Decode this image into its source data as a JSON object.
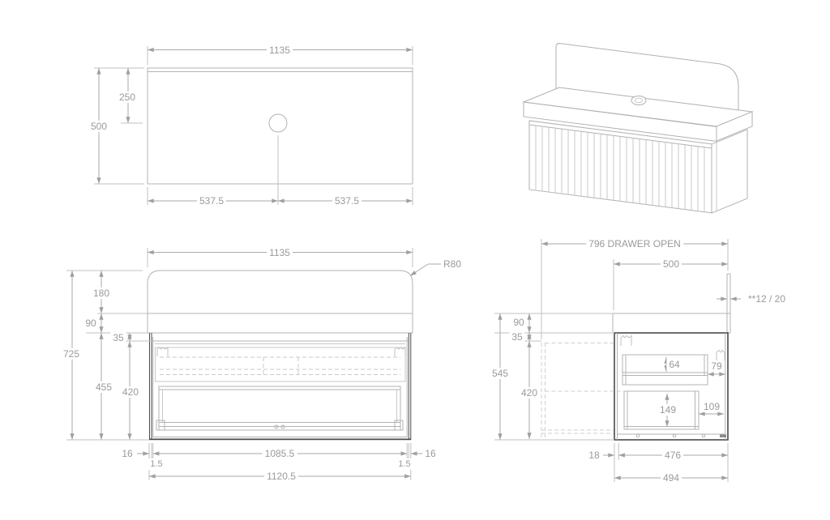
{
  "sheet": {
    "product": "wall-hung vanity technical drawing",
    "line_color": "#b3b3b3",
    "dark_line_color": "#3d3d3d",
    "text_color": "#9a9a9a"
  },
  "plan": {
    "width": "1135",
    "depth": "500",
    "hole_from_back": "250",
    "hole_left": "537.5",
    "hole_right": "537.5"
  },
  "front": {
    "width": "1135",
    "corner_radius": "R80",
    "splash_height": "180",
    "bench_height": "90",
    "total_height": "725",
    "reveal": "35",
    "cabinet_height": "455",
    "opening_height": "420",
    "left_overhang": "16",
    "left_gap": "1.5",
    "opening_width": "1085.5",
    "right_gap": "1.5",
    "right_overhang": "16",
    "cabinet_width": "1120.5"
  },
  "side": {
    "drawer_open": "796 DRAWER OPEN",
    "depth": "500",
    "splash_thickness": "**12 / 20",
    "bench_height": "90",
    "reveal": "35",
    "cabinet_height": "545",
    "opening_height": "420",
    "top_drawer_clear": "64",
    "top_drawer_back": "79",
    "bottom_drawer_clear": "149",
    "bottom_drawer_back": "109",
    "wall_gap": "18",
    "internal_depth": "476",
    "cabinet_depth": "494"
  }
}
